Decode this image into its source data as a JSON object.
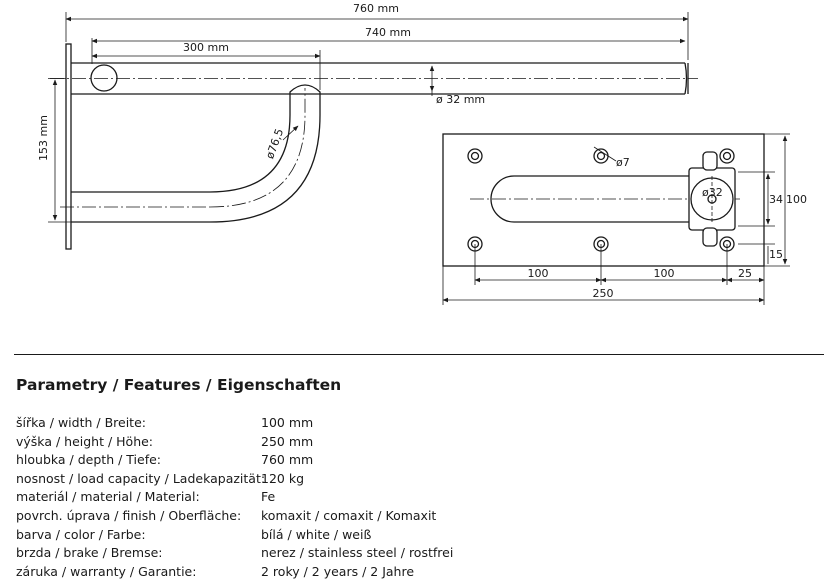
{
  "drawing": {
    "dims": {
      "overall_length": "760 mm",
      "bar_length": "740 mm",
      "hook_offset": "300 mm",
      "height": "153 mm",
      "bend_diameter": "ø76,5",
      "tube_diameter": "ø 32 mm",
      "hole_diameter": "ø7",
      "pin_diameter": "ø32",
      "plate_width": "100",
      "plate_hole_spacing": "34",
      "plate_edge": "15",
      "spacing_a": "100",
      "spacing_b": "100",
      "edge_offset": "25",
      "plate_length": "250"
    }
  },
  "section_title": "Parametry / Features / Eigenschaften",
  "parameters": [
    {
      "label": "šířka / width / Breite:",
      "value": "100 mm"
    },
    {
      "label": "výška / height / Höhe:",
      "value": "250 mm"
    },
    {
      "label": "hloubka / depth / Tiefe:",
      "value": "760 mm"
    },
    {
      "label": "nosnost / load capacity / Ladekapazität:",
      "value": "120 kg"
    },
    {
      "label": "materiál / material / Material:",
      "value": "Fe"
    },
    {
      "label": "povrch. úprava / finish / Oberfläche:",
      "value": "komaxit / comaxit / Komaxit"
    },
    {
      "label": "barva / color / Farbe:",
      "value": "bílá / white / weiß"
    },
    {
      "label": "brzda / brake / Bremse:",
      "value": "nerez / stainless steel / rostfrei"
    },
    {
      "label": "záruka / warranty / Garantie:",
      "value": "2 roky / 2 years / 2 Jahre"
    }
  ]
}
